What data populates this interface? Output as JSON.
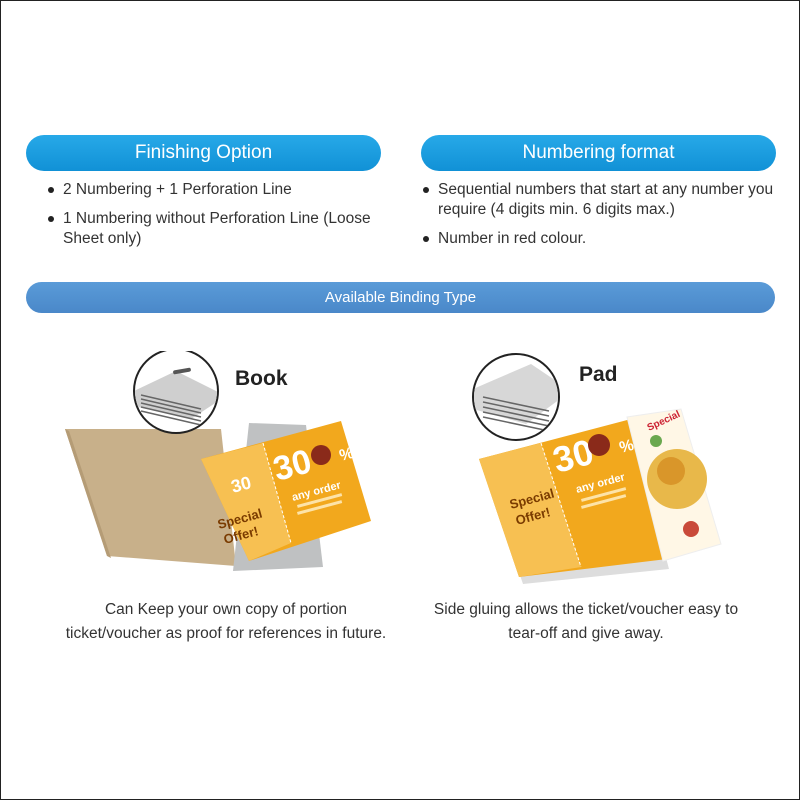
{
  "finishing": {
    "title": "Finishing Option",
    "items": [
      "2 Numbering + 1 Perforation Line",
      "1 Numbering without Perforation Line (Loose Sheet only)"
    ]
  },
  "numbering": {
    "title": "Numbering format",
    "items": [
      "Sequential numbers that start at any number you require (4 digits min. 6 digits max.)",
      "Number in red colour."
    ]
  },
  "binding": {
    "title": "Available Binding Type",
    "book": {
      "label": "Book",
      "caption": "Can Keep your own copy of portion ticket/voucher as proof for references in future."
    },
    "pad": {
      "label": "Pad",
      "caption": "Side gluing allows the ticket/voucher easy to tear-off and give away."
    }
  },
  "voucher": {
    "percent_big": "30",
    "percent_sign": "%",
    "any_order": "any order",
    "special": "Special",
    "offer": "Offer!",
    "small_30": "30"
  },
  "colors": {
    "pill_blue": "#1a9ee0",
    "pill_band": "#4f8fd0",
    "voucher_orange": "#f2a81d",
    "cardboard": "#c8b08a"
  }
}
